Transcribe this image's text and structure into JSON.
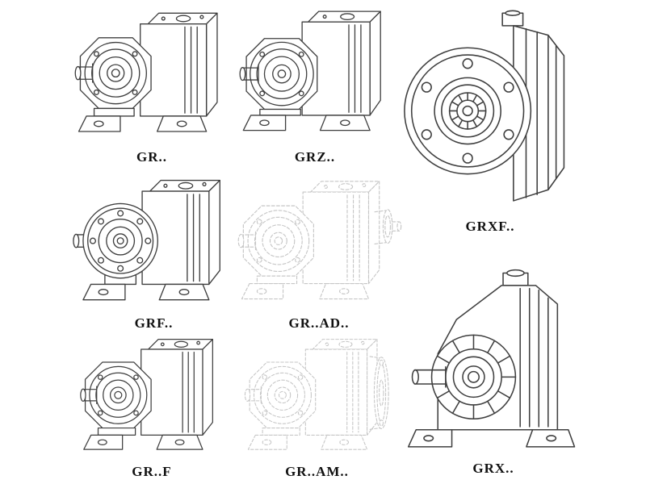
{
  "page": {
    "background": "#ffffff"
  },
  "colors": {
    "line": "#3f3f3f",
    "ghost_line": "#c6c6c6",
    "label": "#111111"
  },
  "items": [
    {
      "id": "gr",
      "label": "GR.."
    },
    {
      "id": "grz",
      "label": "GRZ.."
    },
    {
      "id": "grxf",
      "label": "GRXF.."
    },
    {
      "id": "grf",
      "label": "GRF.."
    },
    {
      "id": "grad",
      "label": "GR..AD.."
    },
    {
      "id": "grx",
      "label": "GRX.."
    },
    {
      "id": "grff",
      "label": "GR..F"
    },
    {
      "id": "gram",
      "label": "GR..AM.."
    }
  ]
}
